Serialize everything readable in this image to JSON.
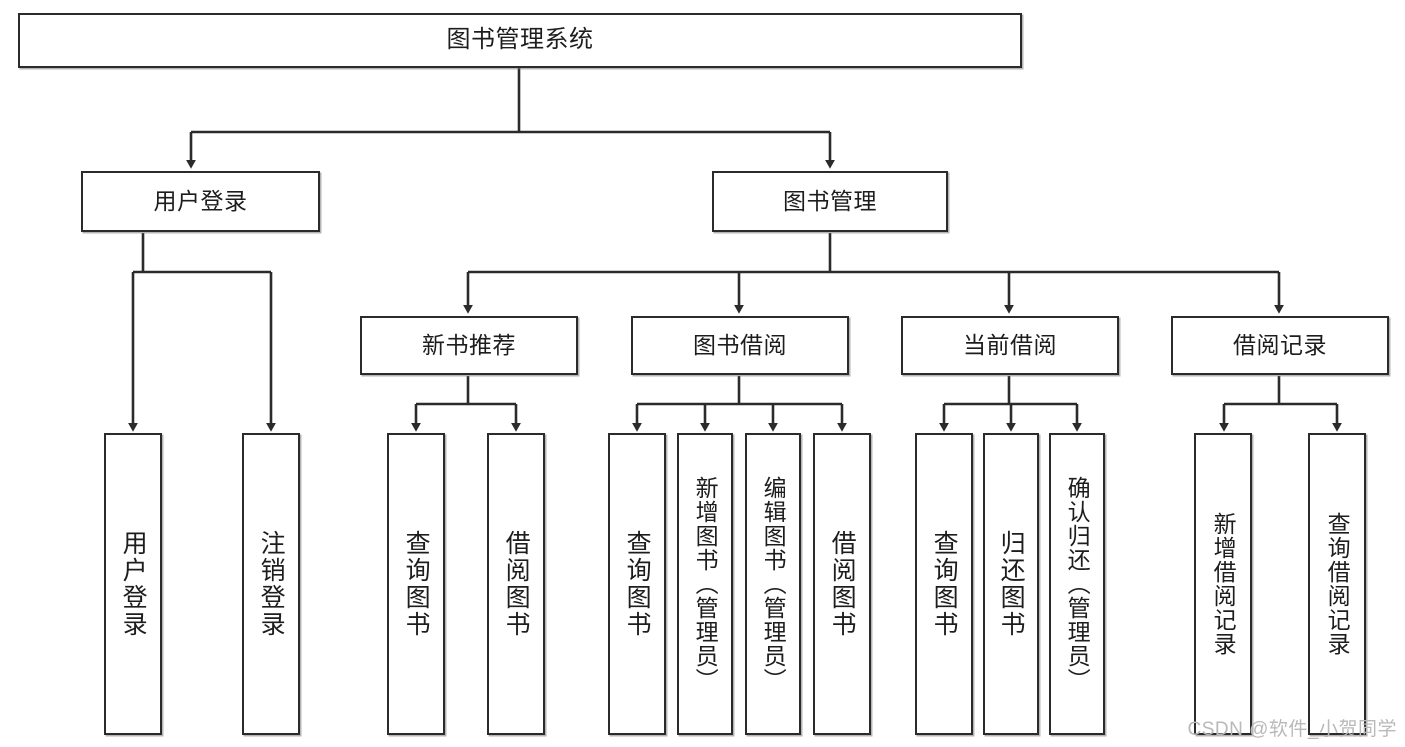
{
  "diagram": {
    "title": "图书管理系统",
    "watermark": "CSDN @软件_小贺同学",
    "stroke_color": "#2b2b2b",
    "fill_color": "#ffffff",
    "text_color": "#1d1d1d",
    "watermark_color": "#b9b9b9",
    "levels": [
      {
        "level": 1,
        "nodes": [
          {
            "id": "root",
            "label": "图书管理系统",
            "orientation": "horizontal"
          }
        ]
      },
      {
        "level": 2,
        "nodes": [
          {
            "id": "login",
            "label": "用户登录",
            "orientation": "horizontal",
            "parent": "root"
          },
          {
            "id": "bookmgmt",
            "label": "图书管理",
            "orientation": "horizontal",
            "parent": "root"
          }
        ]
      },
      {
        "level": 3,
        "nodes": [
          {
            "id": "newbook",
            "label": "新书推荐",
            "orientation": "horizontal",
            "parent": "bookmgmt"
          },
          {
            "id": "borrow",
            "label": "图书借阅",
            "orientation": "horizontal",
            "parent": "bookmgmt"
          },
          {
            "id": "current",
            "label": "当前借阅",
            "orientation": "horizontal",
            "parent": "bookmgmt"
          },
          {
            "id": "records",
            "label": "借阅记录",
            "orientation": "horizontal",
            "parent": "bookmgmt"
          }
        ]
      },
      {
        "level": 4,
        "nodes": [
          {
            "id": "leaf1",
            "label": "用户登录",
            "orientation": "vertical",
            "parent": "login"
          },
          {
            "id": "leaf2",
            "label": "注销登录",
            "orientation": "vertical",
            "parent": "login"
          },
          {
            "id": "leaf3",
            "label": "查询图书",
            "orientation": "vertical",
            "parent": "newbook"
          },
          {
            "id": "leaf4",
            "label": "借阅图书",
            "orientation": "vertical",
            "parent": "newbook"
          },
          {
            "id": "leaf5",
            "label": "查询图书",
            "orientation": "vertical",
            "parent": "borrow"
          },
          {
            "id": "leaf6",
            "label": "新增图书（管理员）",
            "orientation": "vertical",
            "parent": "borrow"
          },
          {
            "id": "leaf7",
            "label": "编辑图书（管理员）",
            "orientation": "vertical",
            "parent": "borrow"
          },
          {
            "id": "leaf8",
            "label": "借阅图书",
            "orientation": "vertical",
            "parent": "borrow"
          },
          {
            "id": "leaf9",
            "label": "查询图书",
            "orientation": "vertical",
            "parent": "current"
          },
          {
            "id": "leaf10",
            "label": "归还图书",
            "orientation": "vertical",
            "parent": "current"
          },
          {
            "id": "leaf11",
            "label": "确认归还（管理员）",
            "orientation": "vertical",
            "parent": "current"
          },
          {
            "id": "leaf12",
            "label": "新增借阅记录",
            "orientation": "vertical",
            "parent": "records"
          },
          {
            "id": "leaf13",
            "label": "查询借阅记录",
            "orientation": "vertical",
            "parent": "records"
          }
        ]
      }
    ]
  }
}
